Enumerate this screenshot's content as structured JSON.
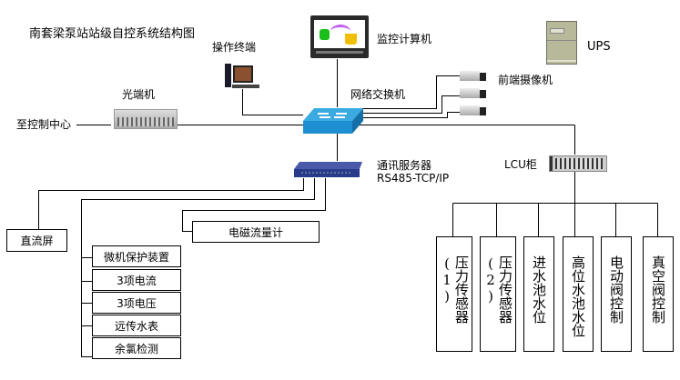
{
  "title": "南套梁泵站站级自控系统结构图",
  "nodes": {
    "monitor_pc": "监控计算机",
    "operator_terminal": "操作终端",
    "ups": "UPS",
    "optical_terminal": "光端机",
    "control_center": "至控制中心",
    "network_switch": "网络交换机",
    "front_cameras": "前端摄像机",
    "comm_server_line1": "通讯服务器",
    "comm_server_line2": "RS485-TCP/IP",
    "lcu_cabinet": "LCU柜"
  },
  "left_devices": {
    "dc_screen": "直流屏",
    "em_flowmeter": "电磁流量计",
    "group": [
      "微机保护装置",
      "3项电流",
      "3项电压",
      "远传水表",
      "余氯检测"
    ]
  },
  "lcu_devices": [
    "压力传感器(1)",
    "压力传感器(2)",
    "进水池水位",
    "高位水池水位",
    "电动阀控制",
    "真空阀控制"
  ],
  "colors": {
    "switch_blue": "#1e8fd0",
    "server_navy": "#2a3a8a",
    "ups_khaki": "#b8b89a",
    "line": "#000000"
  }
}
